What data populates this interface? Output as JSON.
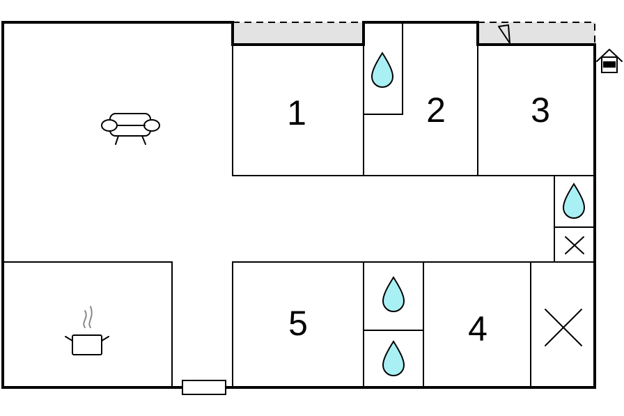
{
  "rooms": [
    {
      "id": "1",
      "label": "1"
    },
    {
      "id": "2",
      "label": "2"
    },
    {
      "id": "3",
      "label": "3"
    },
    {
      "id": "4",
      "label": "4"
    },
    {
      "id": "5",
      "label": "5"
    }
  ],
  "icons": {
    "living": "sofa-icon",
    "kitchen": "cooking-pot-icon",
    "bathrooms": "water-drop-icon",
    "toilets": "x-mark-icon",
    "entrance": "house-entrance-icon"
  },
  "colors": {
    "water": "#a8f0f4",
    "balcony": "#e3e3e3",
    "walls": "#000000"
  }
}
